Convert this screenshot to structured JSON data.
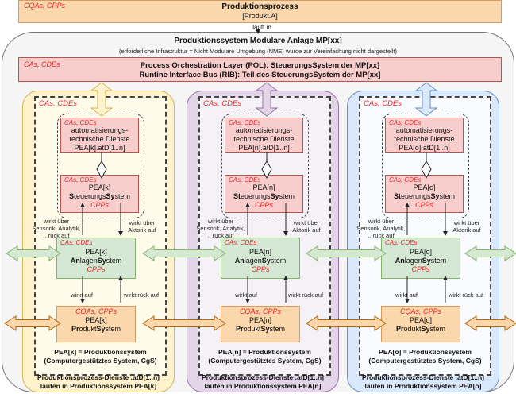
{
  "process": {
    "tag": "CQAs, CPPs",
    "title": "Produktionsprozess",
    "subtitle": "[Produkt.A]",
    "runs_in_label": "läuft in"
  },
  "system": {
    "title": "Produktionssystem Modulare Anlage MP[xx]",
    "subtitle": "(erforderliche Infrastruktur = Nicht Modulare Umgebung (NME) wurde zur Vereinfachung nicht dargestellt)"
  },
  "pol": {
    "tag": "CAs, CDEs",
    "line1": "Process Orchestration Layer (POL): SteuerungsSystem der MP[xx]",
    "line2": "Runtine Interface Bus (RIB): Teil des SteuerungsSystem der MP[xx]"
  },
  "colors": {
    "column_k": "#fff2cc",
    "column_n": "#e1d5e7",
    "column_o": "#dae8fc",
    "control_box": "#f8cecc",
    "plant_box": "#d5e8d4",
    "product_box": "#fad7ac",
    "tag_red": "#e8252a"
  },
  "columns": [
    {
      "id": "k",
      "inner_tag": "CAs, CDEs",
      "atd": {
        "tag": "CAs, CDEs",
        "line1": "automatisierungs-",
        "line2": "technische Dienste",
        "line3": "PEA[k].atD[1..n]"
      },
      "steuerung": {
        "tag": "CAs, CDEs",
        "line1": "PEA[k]",
        "line2_b1": "St",
        "line2_n1": "euerungs",
        "line2_b2": "Sy",
        "line2_n2": "stem",
        "cpp": "CPPs"
      },
      "anlage": {
        "tag": "CAs, CDEs",
        "line1": "PEA[k]",
        "line2_b1": "An",
        "line2_n1": "lagen",
        "line2_b2": "Sy",
        "line2_n2": "stem",
        "cpp": "CPPs"
      },
      "produkt": {
        "tag": "CQAs, CPPs",
        "line1": "PEA[k]",
        "line2_b1": "Pr",
        "line2_n1": "odukt",
        "line2_b2": "Sy",
        "line2_n2": "stem"
      },
      "label_sensor": [
        "wirkt über",
        "Sensorik, Analytik,",
        ".. rück auf"
      ],
      "label_aktor": [
        "wirkt über",
        "Aktorik auf"
      ],
      "label_wirkt_auf": "wirkt auf",
      "label_wirkt_rueck": "wirkt rück auf",
      "inner_foot": [
        "PEA[k] =  Produktionssystem",
        "(Computergestütztes System, CgS)"
      ],
      "col_foot": [
        "Produktionsprozess-Dienste .atD[1..n]",
        "laufen in Produktionssystem PEA[k]"
      ]
    },
    {
      "id": "n",
      "inner_tag": "CAs, CDEs",
      "atd": {
        "tag": "CAs, CDEs",
        "line1": "automatisierungs-",
        "line2": "technische Dienste",
        "line3": "PEA[n].atD[1..n]"
      },
      "steuerung": {
        "tag": "CAs, CDEs",
        "line1": "PEA[n]",
        "line2_b1": "St",
        "line2_n1": "euerungs",
        "line2_b2": "Sy",
        "line2_n2": "stem",
        "cpp": "CPPs"
      },
      "anlage": {
        "tag": "CAs, CDEs",
        "line1": "PEA[n]",
        "line2_b1": "An",
        "line2_n1": "lagen",
        "line2_b2": "Sy",
        "line2_n2": "stem",
        "cpp": "CPPs"
      },
      "produkt": {
        "tag": "CQAs, CPPs",
        "line1": "PEA[n]",
        "line2_b1": "Pr",
        "line2_n1": "odukt",
        "line2_b2": "Sy",
        "line2_n2": "stem"
      },
      "label_sensor": [
        "wirkt über",
        "Sensorik, Analytik,",
        ".. rück auf"
      ],
      "label_aktor": [
        "wirkt über",
        "Aktorik auf"
      ],
      "label_wirkt_auf": "wirkt auf",
      "label_wirkt_rueck": "wirkt rück auf",
      "inner_foot": [
        "PEA[n] =  Produktionssystem",
        "(Computergestütztes System, CgS)"
      ],
      "col_foot": [
        "Produktionsprozess-Dienste .atD[1..n]",
        "laufen in Produktionssystem PEA[n]"
      ]
    },
    {
      "id": "o",
      "inner_tag": "CAs, CDEs",
      "atd": {
        "tag": "CAs, CDEs",
        "line1": "automatisierungs-",
        "line2": "technische Dienste",
        "line3": "PEA[o].atD[1..n]"
      },
      "steuerung": {
        "tag": "CAs, CDEs",
        "line1": "PEA[o]",
        "line2_b1": "St",
        "line2_n1": "euerungs",
        "line2_b2": "Sy",
        "line2_n2": "stem",
        "cpp": "CPPs"
      },
      "anlage": {
        "tag": "CAs, CDEs",
        "line1": "PEA[o]",
        "line2_b1": "An",
        "line2_n1": "lagen",
        "line2_b2": "Sy",
        "line2_n2": "stem",
        "cpp": "CPPs"
      },
      "produkt": {
        "tag": "CQAs, CPPs",
        "line1": "PEA[o]",
        "line2_b1": "Pr",
        "line2_n1": "odukt",
        "line2_b2": "Sy",
        "line2_n2": "stem"
      },
      "label_sensor": [
        "wirkt über",
        "Sensorik, Analytik,",
        ".. rück auf"
      ],
      "label_aktor": [
        "wirkt über",
        "Aktorik auf"
      ],
      "label_wirkt_auf": "wirkt auf",
      "label_wirkt_rueck": "wirkt rück auf",
      "inner_foot": [
        "PEA[o] =  Produktionssystem",
        "(Computergestütztes System, CgS)"
      ],
      "col_foot": [
        "Produktionsprozess-Dienste .atD[1..n]",
        "laufen in Produktionssystem PEA[o]"
      ]
    }
  ]
}
